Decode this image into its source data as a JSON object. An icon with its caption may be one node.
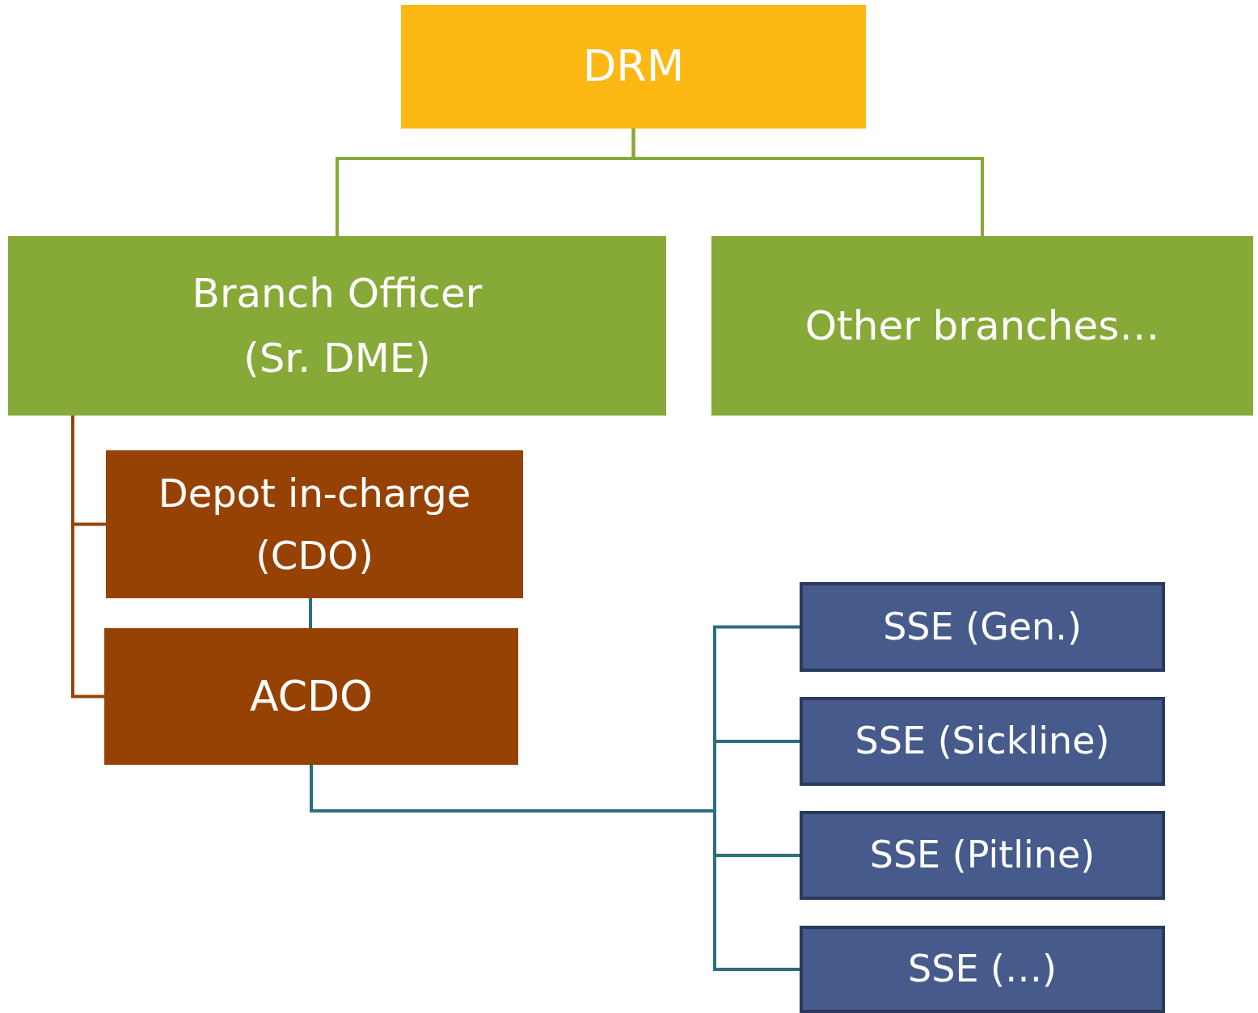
{
  "diagram": {
    "nodes": [
      {
        "text": [
          "DRM"
        ]
      },
      {
        "text": [
          "Branch Officer (Sr. DME)"
        ]
      },
      {
        "text": [
          "Other branches…"
        ]
      },
      {
        "text": [
          "Depot in-charge (CDO)"
        ]
      },
      {
        "text": [
          "ACDO"
        ]
      },
      {
        "text": [
          "SSE (Gen.)"
        ]
      },
      {
        "text": [
          "SSE (Sickline)"
        ]
      },
      {
        "text": [
          "SSE (Pitline)"
        ]
      },
      {
        "text": [
          "SSE (…)"
        ]
      }
    ],
    "edges": [
      {
        "from": 0,
        "to": 1,
        "arrow": "none",
        "color": "#87a937"
      },
      {
        "from": 0,
        "to": 2,
        "arrow": "none",
        "color": "#87a937"
      },
      {
        "from": 1,
        "to": 3,
        "arrow": "none",
        "color": "#974205"
      },
      {
        "from": 1,
        "to": 4,
        "arrow": "none",
        "color": "#974205"
      },
      {
        "from": 3,
        "to": 4,
        "arrow": "none"
      },
      {
        "from": 4,
        "to": 5,
        "arrow": "none"
      },
      {
        "from": 4,
        "to": 6,
        "arrow": "none"
      },
      {
        "from": 4,
        "to": 7,
        "arrow": "none"
      },
      {
        "from": 4,
        "to": 8,
        "arrow": "none"
      }
    ]
  }
}
